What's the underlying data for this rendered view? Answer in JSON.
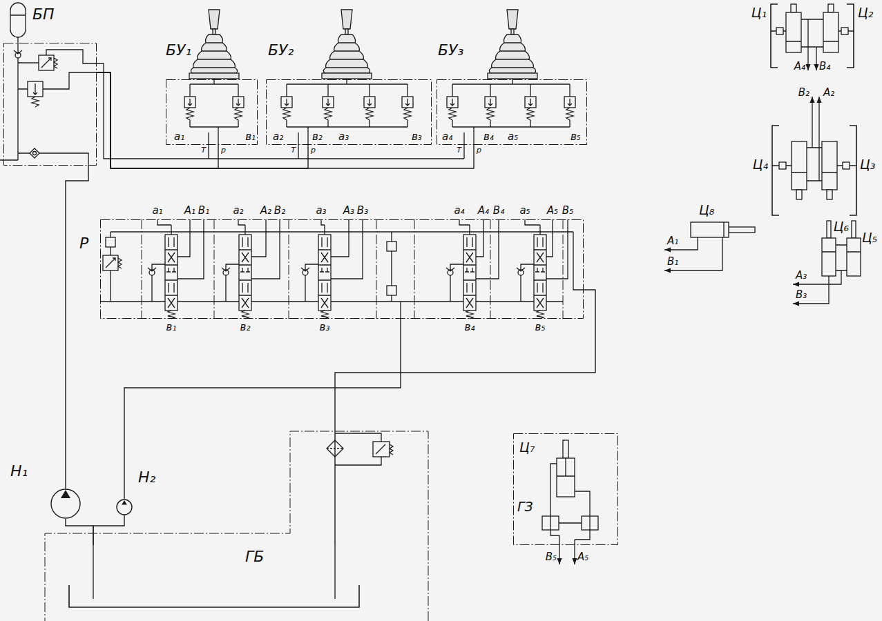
{
  "diagram": {
    "nodes": [
      {
        "text": [
          "БП"
        ]
      },
      {
        "text": [
          "БУ₁",
          "a₁",
          "в₁"
        ]
      },
      {
        "text": [
          "БУ₂",
          "a₂",
          "в₂",
          "a₃",
          "в₃"
        ]
      },
      {
        "text": [
          "БУ₃",
          "a₄",
          "в₄",
          "a₅",
          "в₅"
        ]
      },
      {
        "text": [
          "Р"
        ]
      },
      {
        "text": [
          "Н₁"
        ]
      },
      {
        "text": [
          "Н₂"
        ]
      },
      {
        "text": [
          "ГБ"
        ]
      },
      {
        "text": [
          "Ц₇",
          "ГЗ"
        ]
      }
    ],
    "edges": [
      {
        "from": 5,
        "to": 0,
        "arrow": "none"
      },
      {
        "from": 0,
        "to": 1,
        "arrow": "none"
      },
      {
        "from": 0,
        "to": 2,
        "arrow": "none"
      },
      {
        "from": 0,
        "to": 3,
        "arrow": "none"
      },
      {
        "from": 6,
        "to": 4,
        "arrow": "none"
      },
      {
        "from": 4,
        "to": 7,
        "arrow": "none"
      },
      {
        "from": 7,
        "to": 5,
        "arrow": "none"
      },
      {
        "from": 7,
        "to": 6,
        "arrow": "none"
      }
    ],
    "labels": [
      "T",
      "p",
      "T",
      "p",
      "T",
      "p",
      "a₁",
      "A₁",
      "B₁",
      "a₂",
      "A₂",
      "B₂",
      "a₃",
      "A₃",
      "B₃",
      "a₄",
      "A₄",
      "B₄",
      "a₅",
      "A₅",
      "B₅",
      "в₁",
      "в₂",
      "в₃",
      "в₄",
      "в₅",
      "Ц₁",
      "Ц₂",
      "A₄",
      "B₄",
      "B₂",
      "A₂",
      "Ц₄",
      "Ц₃",
      "Ц₆",
      "Ц₅",
      "A₃",
      "B₃",
      "Ц₈",
      "A₁",
      "B₁",
      "B₅",
      "A₅"
    ]
  }
}
